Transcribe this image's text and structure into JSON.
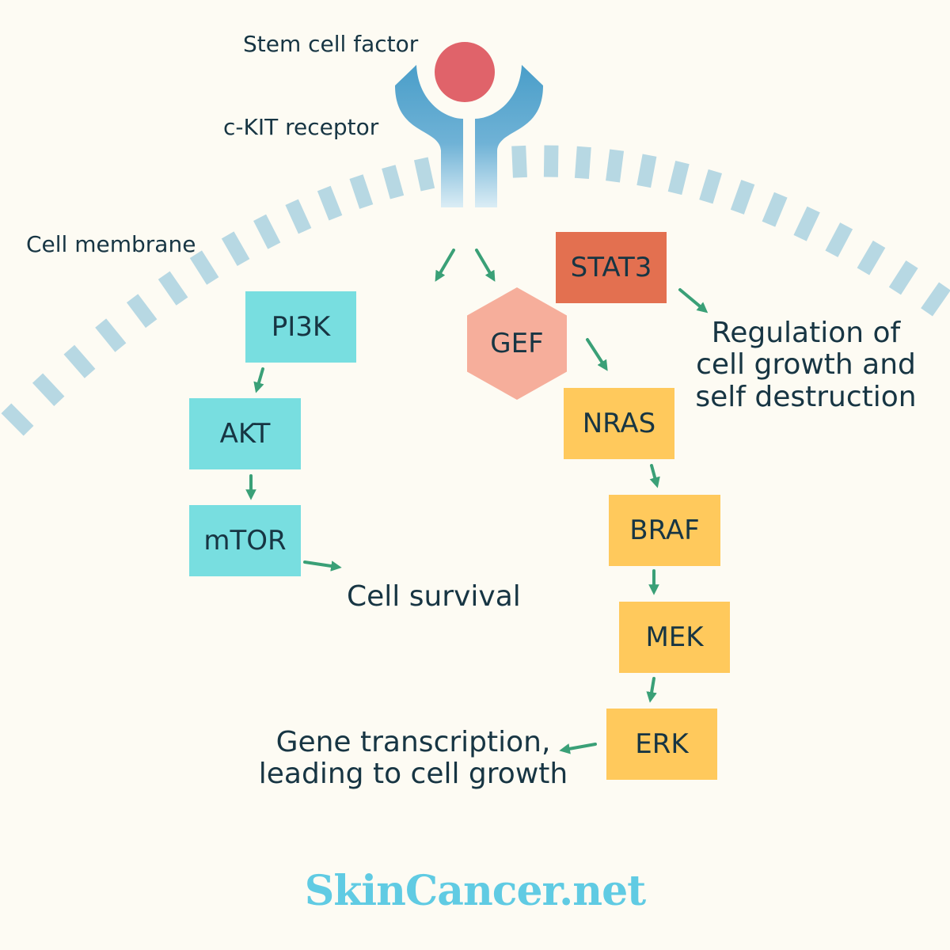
{
  "labels": {
    "stem_cell_factor": "Stem cell factor",
    "ckit_receptor": "c-KIT receptor",
    "cell_membrane": "Cell membrane",
    "cell_survival": "Cell survival",
    "regulation_line1": "Regulation of",
    "regulation_line2": "cell growth and",
    "regulation_line3": "self destruction",
    "gene_line1": "Gene transcription,",
    "gene_line2": "leading to cell growth"
  },
  "nodes": {
    "pi3k": "PI3K",
    "akt": "AKT",
    "mtor": "mTOR",
    "gef": "GEF",
    "stat3": "STAT3",
    "nras": "NRAS",
    "braf": "BRAF",
    "mek": "MEK",
    "erk": "ERK"
  },
  "logo": "SkinCancer.net",
  "colors": {
    "background": "#fdfbf3",
    "membrane": "#b7d8e3",
    "receptor": "#4a9ec9",
    "ligand": "#e0636a",
    "pi3k_pathway": "#78dee0",
    "mapk_pathway": "#ffc95c",
    "stat3": "#e37050",
    "gef": "#f6ae9b",
    "arrow": "#3aa077",
    "text": "#173543",
    "logo": "#60cbe3"
  }
}
